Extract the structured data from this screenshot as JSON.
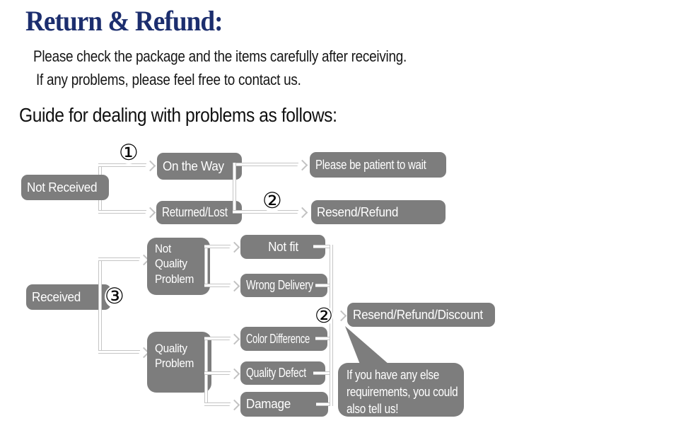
{
  "header": {
    "title": "Return & Refund:",
    "intro_line1": "Please check the package and the items carefully after receiving.",
    "intro_line2": "If any problems, please feel free to contact us.",
    "guide_heading": "Guide for dealing with problems as follows:"
  },
  "flow": {
    "badges": {
      "step1": "①",
      "step2_top": "②",
      "step3": "③",
      "step2_bottom": "②"
    },
    "nodes": {
      "not_received": "Not Received",
      "on_the_way": "On the Way",
      "returned_lost": "Returned/Lost",
      "please_wait": "Please be patient to wait",
      "resend_refund": "Resend/Refund",
      "received": "Received",
      "not_quality_problem_lines": [
        "Not",
        "Quality",
        "Problem"
      ],
      "quality_problem_lines": [
        "Quality",
        "Problem"
      ],
      "not_fit": "Not fit",
      "wrong_delivery": "Wrong Delivery",
      "color_difference": "Color Difference",
      "quality_defect": "Quality Defect",
      "damage": "Damage",
      "resend_refund_discount": "Resend/Refund/Discount"
    },
    "bubble_lines": [
      "If you have any else",
      "requirements, you could",
      "also tell us!"
    ],
    "icons": {
      "arrowhead": "chevron-right"
    }
  },
  "colors": {
    "title_text": "#1c2e6e",
    "node_bg": "#7d7d7d",
    "node_text": "#ffffff",
    "connector": "#c5c5c5",
    "badge_text": "#000000",
    "background": "#ffffff"
  }
}
